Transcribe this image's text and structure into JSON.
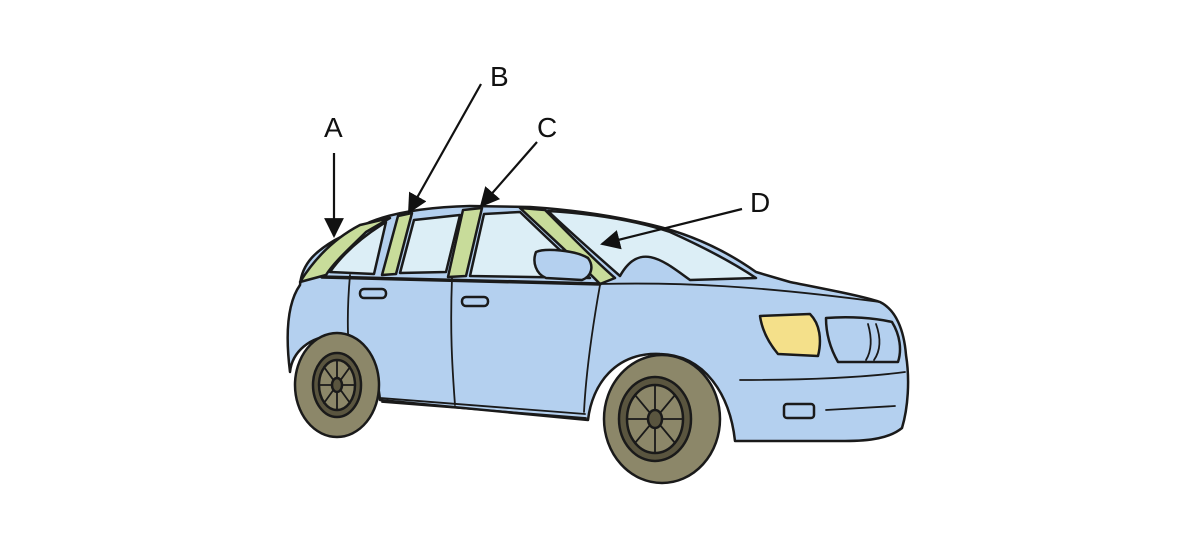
{
  "labels": {
    "a": "A",
    "b": "B",
    "c": "C",
    "d": "D"
  },
  "colors": {
    "body": "#b4d0ef",
    "pillar_highlight": "#c8dc9a",
    "glass": "#dceef6",
    "headlight": "#f4e08a",
    "tire": "#8c8769",
    "tire_dark": "#5a553f",
    "outline": "#1a1a1a",
    "background": "#ffffff"
  }
}
